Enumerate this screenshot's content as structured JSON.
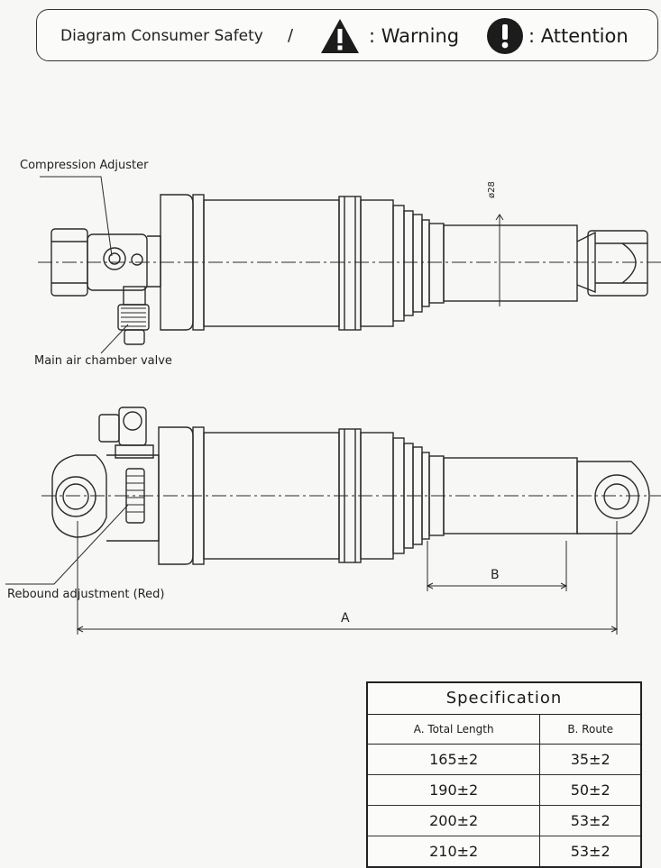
{
  "header": {
    "title": "Diagram Consumer Safety",
    "separator": "/",
    "warning_label": ": Warning",
    "attention_label": ": Attention",
    "warning_icon": "warning-triangle-icon",
    "attention_icon": "exclamation-circle-icon"
  },
  "diagram": {
    "labels": {
      "compression_adjuster": "Compression Adjuster",
      "main_air_chamber_valve": "Main air chamber valve",
      "rebound_adjustment": "Rebound adjustment (Red)",
      "diameter": "ø28",
      "dim_a": "A",
      "dim_b": "B"
    }
  },
  "specification": {
    "title": "Specification",
    "columns": [
      "A. Total Length",
      "B. Route"
    ],
    "rows": [
      [
        "165±2",
        "35±2"
      ],
      [
        "190±2",
        "50±2"
      ],
      [
        "200±2",
        "53±2"
      ],
      [
        "210±2",
        "53±2"
      ]
    ]
  }
}
